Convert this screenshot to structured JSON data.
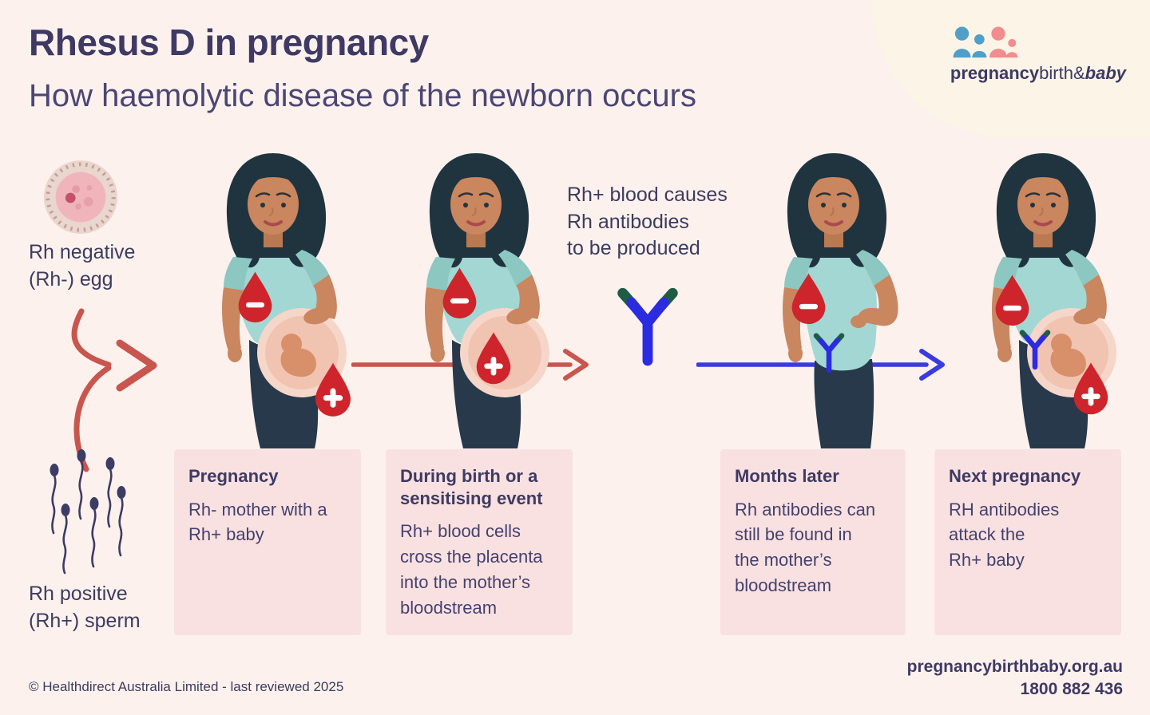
{
  "header": {
    "title": "Rhesus D in pregnancy",
    "subtitle": "How haemolytic disease of the newborn occurs"
  },
  "logo": {
    "text_bold": "pregnancy",
    "text_regular": "birth&",
    "text_italic": "baby"
  },
  "fertilisation": {
    "egg_label": "Rh negative\n(Rh-) egg",
    "sperm_label": "Rh positive\n(Rh+) sperm"
  },
  "flow": {
    "antibody_caption": "Rh+ blood causes\nRh antibodies\nto be produced"
  },
  "steps": [
    {
      "title": "Pregnancy",
      "body": "Rh- mother with a\nRh+ baby"
    },
    {
      "title": "During birth or a\nsensitising event",
      "body": "Rh+ blood cells\ncross the placenta\ninto the mother’s\nbloodstream"
    },
    {
      "title": "Months later",
      "body": "Rh antibodies can\nstill be found in\nthe mother’s\nbloodstream"
    },
    {
      "title": "Next pregnancy",
      "body": "RH antibodies\nattack the\nRh+ baby"
    }
  ],
  "footer": {
    "copyright": "© Healthdirect Australia Limited - last reviewed 2025",
    "website": "pregnancybirthbaby.org.au",
    "phone": "1800 882 436"
  },
  "colors": {
    "background": "#fdf1ee",
    "corner_blob": "#fcf4e6",
    "heading": "#3e3a63",
    "body_text": "#45416e",
    "card_background": "#f9e1e1",
    "rh_drop_red": "#ce242c",
    "arrow_red": "#c8564e",
    "arrow_blue": "#3a3ae2",
    "antibody_blue": "#2b2be0",
    "antibody_green": "#1e5c46",
    "shirt_teal": "#a3d7d3",
    "logo_blue": "#4f9fc9",
    "logo_coral": "#f28d8d"
  }
}
